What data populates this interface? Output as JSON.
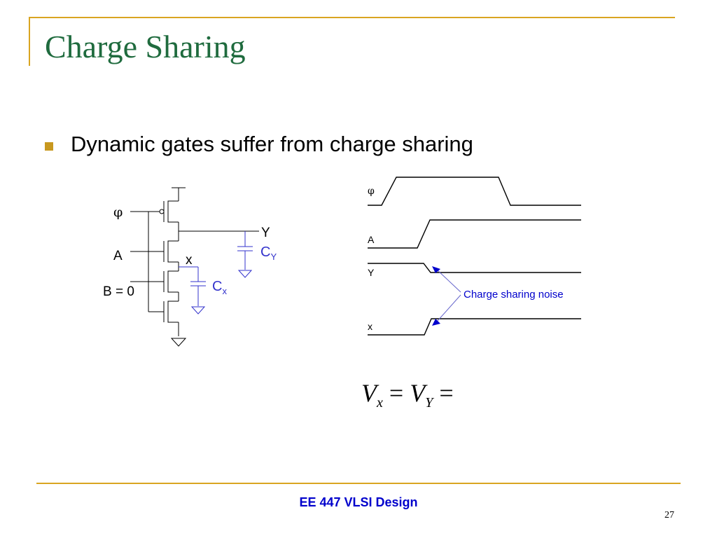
{
  "slide": {
    "title": "Charge Sharing",
    "bullet": "Dynamic gates suffer from charge sharing",
    "footer": "EE 447 VLSI Design",
    "page_number": "27"
  },
  "circuit": {
    "phi": "φ",
    "input_a": "A",
    "input_b": "B = 0",
    "node_x": "x",
    "node_y": "Y",
    "cap_y_main": "C",
    "cap_y_sub": "Y",
    "cap_x_main": "C",
    "cap_x_sub": "x"
  },
  "timing": {
    "phi": "φ",
    "a": "A",
    "y": "Y",
    "x": "x",
    "annotation": "Charge sharing noise"
  },
  "equation": {
    "vx_v": "V",
    "vx_sub": "x",
    "eq1": "=",
    "vy_v": "V",
    "vy_sub": "Y",
    "eq2": "="
  },
  "colors": {
    "accent_gold": "#d9a521",
    "title_green": "#1f6b3e",
    "capacitor_blue": "#3333cc",
    "annotation_blue": "#0000cc"
  }
}
